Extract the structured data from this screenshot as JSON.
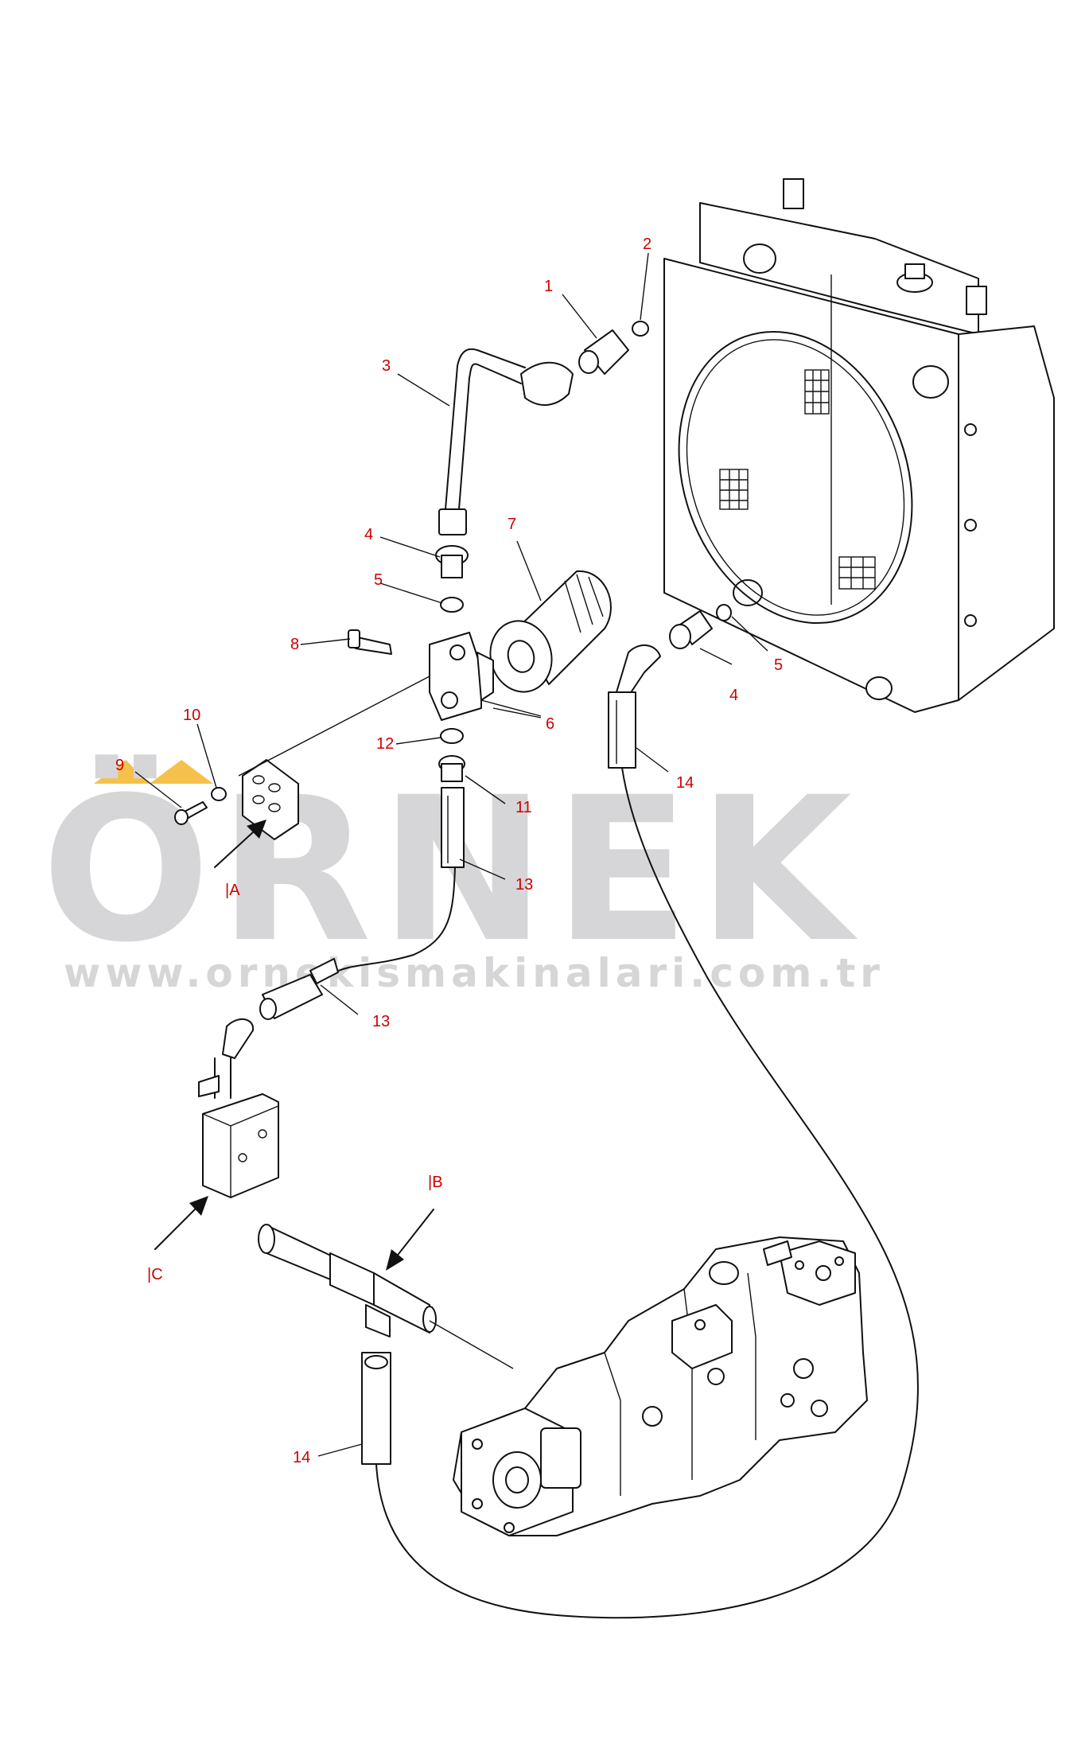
{
  "watermark": {
    "brand": "ÖRNEK",
    "url": "www.ornekismakinalari.com.tr",
    "accent_color": "#f5c14a",
    "text_color": "#d6d5d7"
  },
  "callouts": {
    "c1": "1",
    "c2": "2",
    "c3": "3",
    "c4a": "4",
    "c4b": "4",
    "c5a": "5",
    "c5b": "5",
    "c6": "6",
    "c7": "7",
    "c8": "8",
    "c9": "9",
    "c10": "10",
    "c11": "11",
    "c12": "12",
    "c13a": "13",
    "c13b": "13",
    "c14a": "14",
    "c14b": "14"
  },
  "views": {
    "A": "|A",
    "B": "|B",
    "C": "|C"
  },
  "colors": {
    "callout": "#cc0000",
    "line": "#111111"
  }
}
